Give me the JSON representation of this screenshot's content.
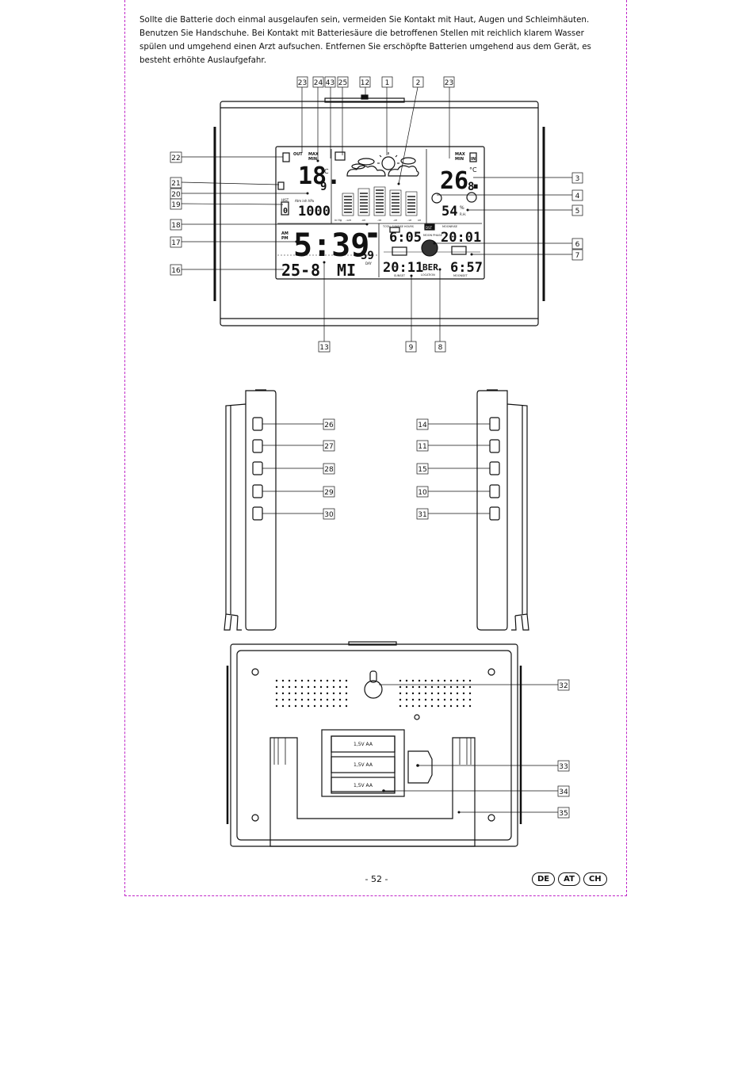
{
  "intro_text": "Sollte die Batterie doch einmal ausgelaufen sein, vermeiden Sie Kontakt mit Haut, Augen und Schleimhäuten. Benutzen Sie Handschuhe. Bei Kontakt mit Batteriesäure die betroffenen Stellen mit reichlich klarem Wasser spülen und umgehend einen Arzt aufsuchen. Entfernen Sie erschöpfte Batterien umgehend aus dem Gerät, es besteht erhöhte Auslaufgefahr.",
  "callouts_top": [
    "23",
    "24",
    "43",
    "25",
    "12",
    "1",
    "2",
    "23"
  ],
  "callouts_left": [
    "22",
    "21",
    "20",
    "19",
    "18",
    "17",
    "16"
  ],
  "callouts_right": [
    "3",
    "4",
    "5",
    "6",
    "7"
  ],
  "callouts_bottom": [
    "13",
    "9",
    "8"
  ],
  "side_left_callouts": [
    "26",
    "27",
    "28",
    "29",
    "30"
  ],
  "side_right_callouts": [
    "14",
    "11",
    "15",
    "10",
    "31"
  ],
  "back_callouts": [
    "32",
    "33",
    "34",
    "35"
  ],
  "lcd": {
    "out_label": "OUT",
    "in_label": "IN",
    "max_label": "MAX",
    "min_label": "MIN",
    "out_temp": "18.",
    "out_temp_dec": "9",
    "in_temp": "26.",
    "in_temp_dec": "8",
    "unit_c": "°C",
    "humidity": "54",
    "humidity_unit": "%",
    "rh_label": "R.H.",
    "pressure": "1000",
    "pressure_labels": "Atm  inh  hPa",
    "pressure_units": "in Hg",
    "hist_label": "HIST",
    "hist_value": "0",
    "hist_unit": "hr",
    "am": "AM",
    "pm": "PM",
    "time": "5:39",
    "seconds": "59",
    "date": "25-",
    "date_month": "8",
    "weekday": "MI",
    "day_label": "DAY",
    "sunrise_hdr": "TOTAL  SUNRISE  HOURS",
    "sunrise": "6:05",
    "moonrise_label": "MOONRISE",
    "moonrise": "20:01",
    "dst": "DST",
    "moon_phase": "MOON PHASE",
    "sunset": "20:11",
    "sunset_label": "SUNSET",
    "location": "BER",
    "location_label": "LOCATION",
    "moonset": "6:57",
    "moonset_label": "MOONSET",
    "hist_axis": [
      "-12H",
      "-6H",
      "-3H",
      "-2H",
      "-1H",
      "0H"
    ]
  },
  "battery_label": "1,5V AA",
  "page_number": "- 52 -",
  "languages": [
    "DE",
    "AT",
    "CH"
  ]
}
